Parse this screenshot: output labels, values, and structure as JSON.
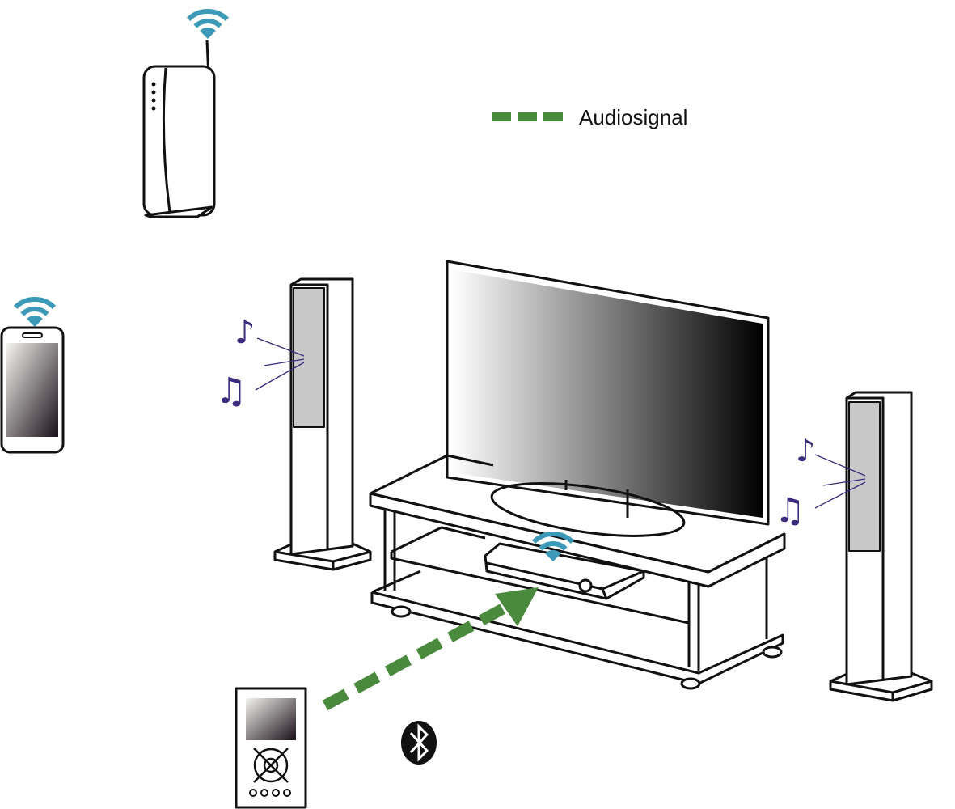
{
  "legend": {
    "label": "Audiosignal",
    "line_style": "dashed",
    "color": "#4a8a3c"
  },
  "colors": {
    "audio_signal": "#4a8a3c",
    "wifi": "#3c9ab8",
    "music_notes": "#3b2a7e",
    "outline": "#111111"
  },
  "devices": [
    "router",
    "smartphone",
    "left-speaker",
    "tv",
    "tv-stand",
    "soundbar",
    "right-speaker",
    "media-player"
  ],
  "icons": [
    "wifi-icon",
    "bluetooth-icon",
    "music-note-icon"
  ]
}
